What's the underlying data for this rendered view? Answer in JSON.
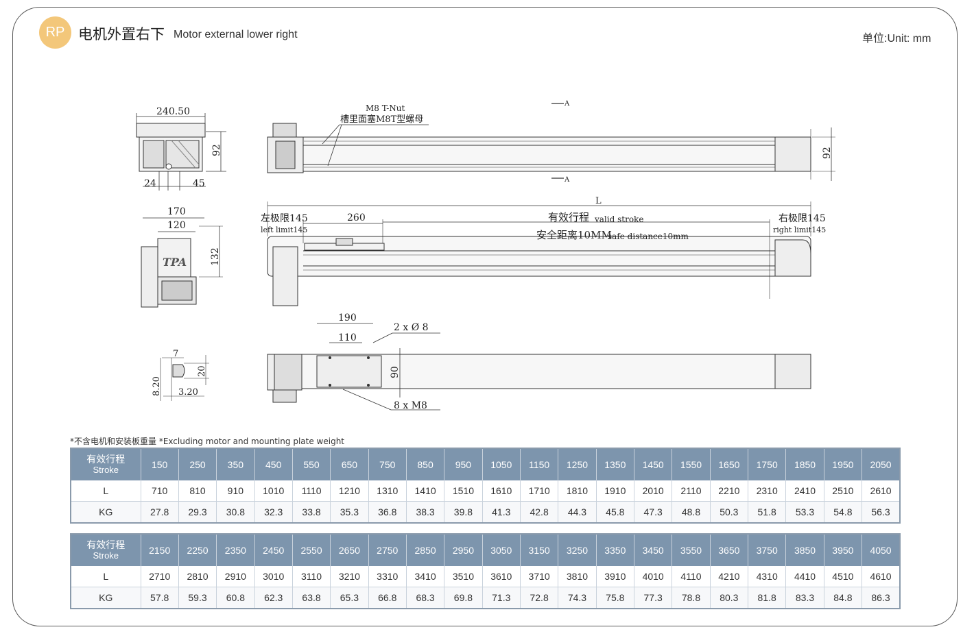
{
  "header": {
    "badge": "RP",
    "title_cn": "电机外置右下",
    "title_en": "Motor external lower right",
    "unit": "单位:Unit: mm"
  },
  "drawing": {
    "dims": {
      "top_width": "240.50",
      "side_92": "92",
      "w24": "24",
      "w45": "45",
      "w170": "170",
      "w120": "120",
      "h132": "132",
      "d7": "7",
      "d20": "20",
      "d820": "8.20",
      "d320": "3.20",
      "right_92": "92",
      "L": "L",
      "d260": "260",
      "d190": "190",
      "d110": "110",
      "d90": "90"
    },
    "labels": {
      "tnut_en": "M8 T-Nut",
      "tnut_cn": "槽里面塞M8T型螺母",
      "section_a_top": "A",
      "section_a_bottom": "A",
      "left_limit_cn": "左极限145",
      "left_limit_en": "left limit145",
      "right_limit_cn": "右极限145",
      "right_limit_en": "right limit145",
      "stroke_cn": "有效行程",
      "stroke_en": "valid stroke",
      "safe_cn": "安全距离10MM",
      "safe_en": "safe distance10mm",
      "holes": "2 x Ø 8",
      "screws": "8 x M8",
      "logo": "TPA"
    }
  },
  "note": "*不含电机和安装板重量 *Excluding motor and mounting plate weight",
  "tables": [
    {
      "head_cn": "有效行程",
      "head_en": "Stroke",
      "stroke": [
        "150",
        "250",
        "350",
        "450",
        "550",
        "650",
        "750",
        "850",
        "950",
        "1050",
        "1150",
        "1250",
        "1350",
        "1450",
        "1550",
        "1650",
        "1750",
        "1850",
        "1950",
        "2050"
      ],
      "row_L_label": "L",
      "L": [
        "710",
        "810",
        "910",
        "1010",
        "1110",
        "1210",
        "1310",
        "1410",
        "1510",
        "1610",
        "1710",
        "1810",
        "1910",
        "2010",
        "2110",
        "2210",
        "2310",
        "2410",
        "2510",
        "2610"
      ],
      "row_KG_label": "KG",
      "KG": [
        "27.8",
        "29.3",
        "30.8",
        "32.3",
        "33.8",
        "35.3",
        "36.8",
        "38.3",
        "39.8",
        "41.3",
        "42.8",
        "44.3",
        "45.8",
        "47.3",
        "48.8",
        "50.3",
        "51.8",
        "53.3",
        "54.8",
        "56.3"
      ]
    },
    {
      "head_cn": "有效行程",
      "head_en": "Stroke",
      "stroke": [
        "2150",
        "2250",
        "2350",
        "2450",
        "2550",
        "2650",
        "2750",
        "2850",
        "2950",
        "3050",
        "3150",
        "3250",
        "3350",
        "3450",
        "3550",
        "3650",
        "3750",
        "3850",
        "3950",
        "4050"
      ],
      "row_L_label": "L",
      "L": [
        "2710",
        "2810",
        "2910",
        "3010",
        "3110",
        "3210",
        "3310",
        "3410",
        "3510",
        "3610",
        "3710",
        "3810",
        "3910",
        "4010",
        "4110",
        "4210",
        "4310",
        "4410",
        "4510",
        "4610"
      ],
      "row_KG_label": "KG",
      "KG": [
        "57.8",
        "59.3",
        "60.8",
        "62.3",
        "63.8",
        "65.3",
        "66.8",
        "68.3",
        "69.8",
        "71.3",
        "72.8",
        "74.3",
        "75.8",
        "77.3",
        "78.8",
        "80.3",
        "81.8",
        "83.3",
        "84.8",
        "86.3"
      ]
    }
  ]
}
